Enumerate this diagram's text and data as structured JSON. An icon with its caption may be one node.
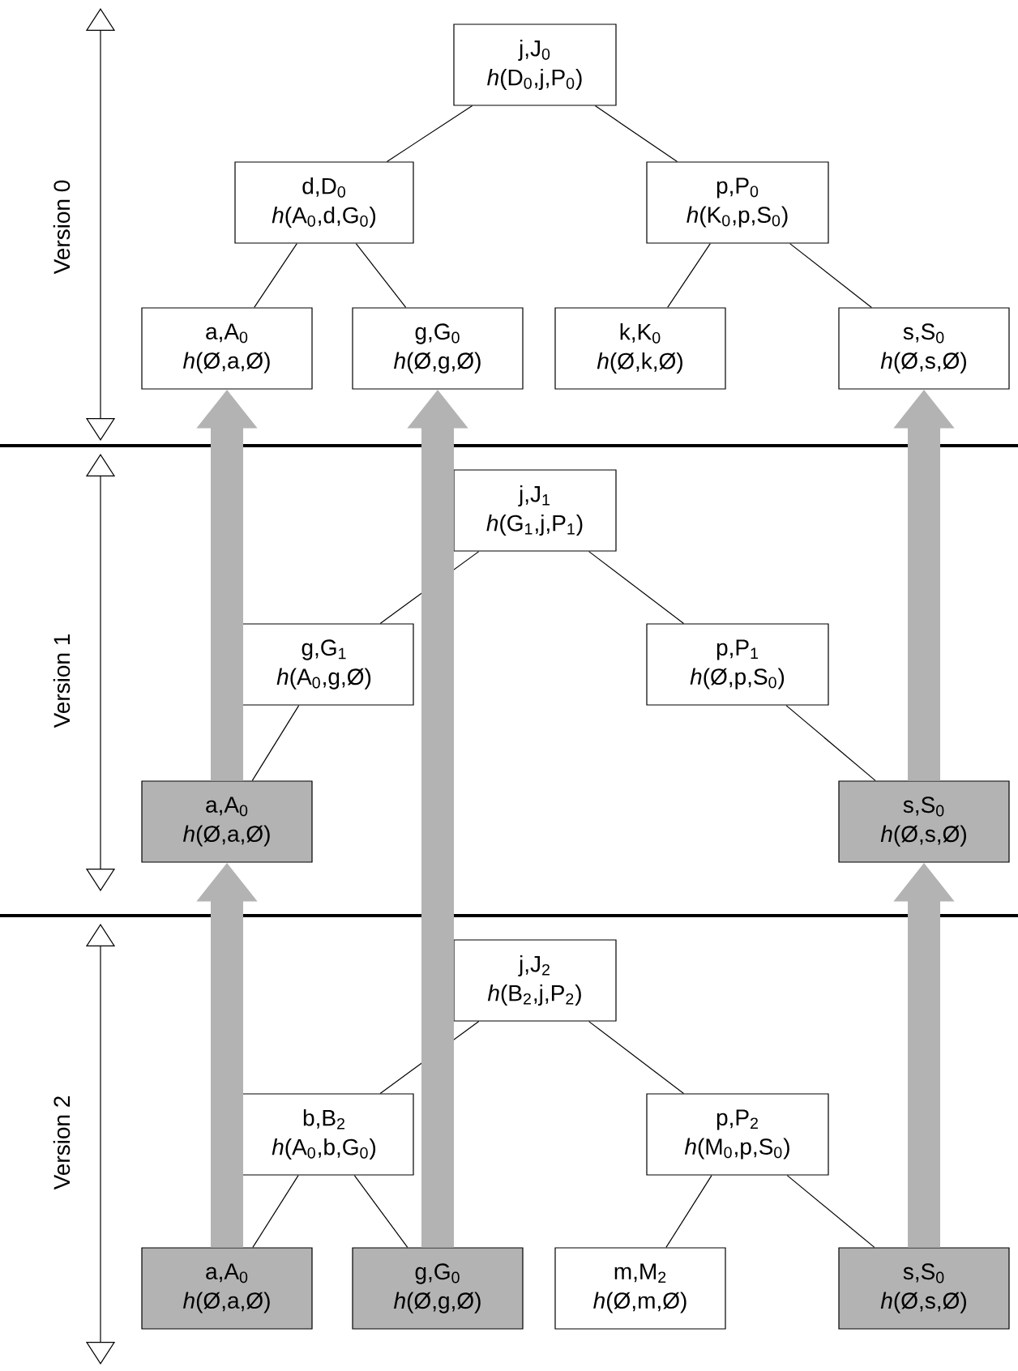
{
  "diagram": {
    "nodes": [
      {
        "text": [
          "j,J$_{0}$",
          "*h*(D$_{0}$,j,P$_{0}$)"
        ]
      },
      {
        "text": [
          "d,D$_{0}$",
          "*h*(A$_{0}$,d,G$_{0}$)"
        ]
      },
      {
        "text": [
          "p,P$_{0}$",
          "*h*(K$_{0}$,p,S$_{0}$)"
        ]
      },
      {
        "text": [
          "a,A$_{0}$",
          "*h*(Ø,a,Ø)"
        ]
      },
      {
        "text": [
          "g,G$_{0}$",
          "*h*(Ø,g,Ø)"
        ]
      },
      {
        "text": [
          "k,K$_{0}$",
          "*h*(Ø,k,Ø)"
        ]
      },
      {
        "text": [
          "s,S$_{0}$",
          "*h*(Ø,s,Ø)"
        ]
      },
      {
        "text": [
          "j,J$_{1}$",
          "*h*(G$_{1}$,j,P$_{1}$)"
        ]
      },
      {
        "text": [
          "g,G$_{1}$",
          "*h*(A$_{0}$,g,Ø)"
        ]
      },
      {
        "text": [
          "p,P$_{1}$",
          "*h*(Ø,p,S$_{0}$)"
        ]
      },
      {
        "text": [
          "a,A$_{0}$",
          "*h*(Ø,a,Ø)"
        ]
      },
      {
        "text": [
          "s,S$_{0}$",
          "*h*(Ø,s,Ø)"
        ]
      },
      {
        "text": [
          "j,J$_{2}$",
          "*h*(B$_{2}$,j,P$_{2}$)"
        ]
      },
      {
        "text": [
          "b,B$_{2}$",
          "*h*(A$_{0}$,b,G$_{0}$)"
        ]
      },
      {
        "text": [
          "p,P$_{2}$",
          "*h*(M$_{0}$,p,S$_{0}$)"
        ]
      },
      {
        "text": [
          "a,A$_{0}$",
          "*h*(Ø,a,Ø)"
        ]
      },
      {
        "text": [
          "g,G$_{0}$",
          "*h*(Ø,g,Ø)"
        ]
      },
      {
        "text": [
          "m,M$_{2}$",
          "*h*(Ø,m,Ø)"
        ]
      },
      {
        "text": [
          "s,S$_{0}$",
          "*h*(Ø,s,Ø)"
        ]
      }
    ],
    "edges": [
      {
        "from": 0,
        "to": 1,
        "arrow": "none"
      },
      {
        "from": 0,
        "to": 2,
        "arrow": "none"
      },
      {
        "from": 1,
        "to": 3,
        "arrow": "none"
      },
      {
        "from": 1,
        "to": 4,
        "arrow": "none"
      },
      {
        "from": 2,
        "to": 5,
        "arrow": "none"
      },
      {
        "from": 2,
        "to": 6,
        "arrow": "none"
      },
      {
        "from": 7,
        "to": 8,
        "arrow": "none"
      },
      {
        "from": 7,
        "to": 9,
        "arrow": "none"
      },
      {
        "from": 8,
        "to": 10,
        "arrow": "none"
      },
      {
        "from": 9,
        "to": 11,
        "arrow": "none"
      },
      {
        "from": 12,
        "to": 13,
        "arrow": "none"
      },
      {
        "from": 12,
        "to": 14,
        "arrow": "none"
      },
      {
        "from": 13,
        "to": 15,
        "arrow": "none"
      },
      {
        "from": 13,
        "to": 16,
        "arrow": "none"
      },
      {
        "from": 14,
        "to": 17,
        "arrow": "none"
      },
      {
        "from": 14,
        "to": 18,
        "arrow": "none"
      },
      {
        "from": 10,
        "to": 3,
        "arrow": "to",
        "style": "thick",
        "color": "#b3b3b3"
      },
      {
        "from": 16,
        "to": 4,
        "arrow": "to",
        "style": "thick",
        "color": "#b3b3b3"
      },
      {
        "from": 11,
        "to": 6,
        "arrow": "to",
        "style": "thick",
        "color": "#b3b3b3"
      },
      {
        "from": 15,
        "to": 10,
        "arrow": "to",
        "style": "thick",
        "color": "#b3b3b3"
      },
      {
        "from": 18,
        "to": 11,
        "arrow": "to",
        "style": "thick",
        "color": "#b3b3b3"
      }
    ],
    "labels": [
      "Version 0",
      "Version 1",
      "Version 2"
    ]
  }
}
